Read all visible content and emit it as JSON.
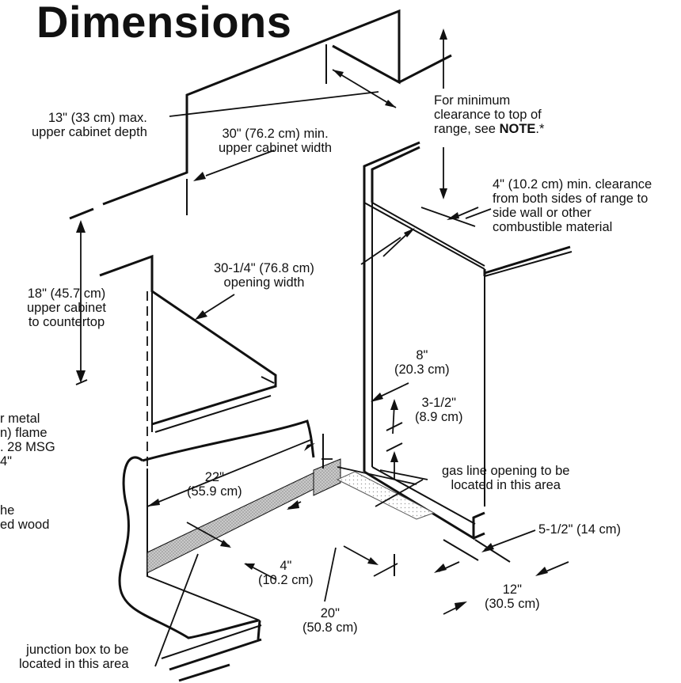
{
  "title": "Dimensions",
  "labels": {
    "upper_cabinet_depth": [
      "13\" (33 cm) max.",
      "upper cabinet depth"
    ],
    "upper_cabinet_width": [
      "30\" (76.2 cm) min.",
      "upper cabinet width"
    ],
    "note": [
      "For minimum",
      "clearance to top of",
      "range, see NOTE.*"
    ],
    "side_clearance": [
      "4\" (10.2 cm) min. clearance",
      "from both sides of range to",
      "side wall or other",
      "combustible material"
    ],
    "cabinet_to_countertop": [
      "18\"  (45.7 cm)",
      "upper cabinet",
      "to countertop"
    ],
    "opening_width": [
      "30-1/4\" (76.8 cm)",
      "opening width"
    ],
    "partial_flame": [
      "r metal",
      "n) flame",
      ". 28 MSG",
      "4\""
    ],
    "partial_wood": [
      "he",
      "ed wood"
    ],
    "dim_8": [
      "8\"",
      "(20.3 cm)"
    ],
    "dim_3_5": [
      "3-1/2\"",
      "(8.9 cm)"
    ],
    "gas_line": [
      "gas line opening to be",
      "located in this area"
    ],
    "dim_22": [
      "22\"",
      "(55.9 cm)"
    ],
    "dim_5_5": [
      "5-1/2\" (14 cm)"
    ],
    "dim_4": [
      "4\"",
      "(10.2 cm)"
    ],
    "dim_12": [
      "12\"",
      "(30.5 cm)"
    ],
    "dim_20": [
      "20\"",
      "(50.8 cm)"
    ],
    "junction_box": [
      "junction box to be",
      "located in this area"
    ]
  },
  "colors": {
    "line": "#111111",
    "shade": "#b9b9b9",
    "background": "#ffffff"
  }
}
